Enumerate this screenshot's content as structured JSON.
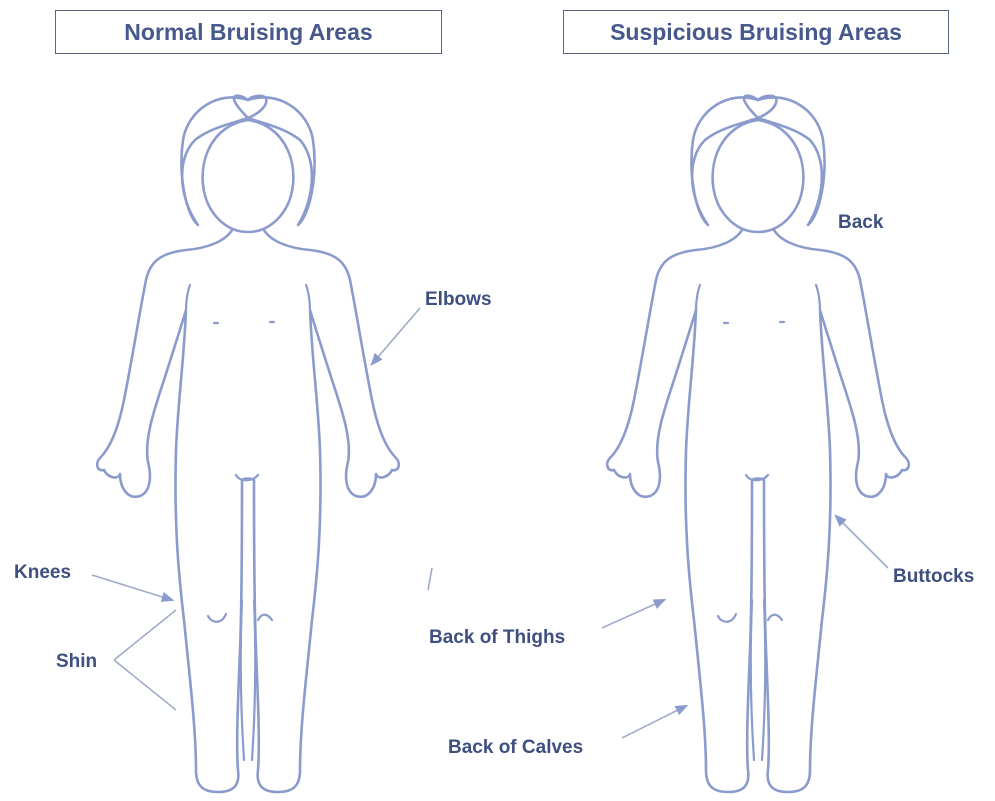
{
  "titles": {
    "normal": "Normal Bruising Areas",
    "suspicious": "Suspicious Bruising Areas"
  },
  "labels": {
    "elbows": "Elbows",
    "knees": "Knees",
    "shin": "Shin",
    "back": "Back",
    "buttocks": "Buttocks",
    "back_of_thighs": "Back of Thighs",
    "back_of_calves": "Back of Calves"
  },
  "colors": {
    "outline": "#8a9bcc",
    "text": "#3e4f80",
    "box_border": "#5a6585"
  }
}
